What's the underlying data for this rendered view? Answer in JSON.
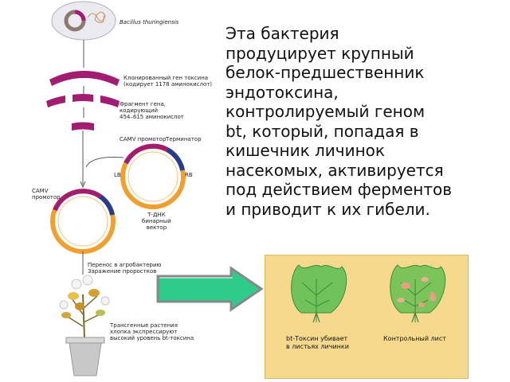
{
  "diagram": {
    "bacterium_label": "Bacillus thuringiensis",
    "cloned_gene_label": [
      "Клонированный ген токсина",
      "(кодирует 1178 аминокислот)"
    ],
    "fragment_label": [
      "Фрагмент гена,",
      "кодирующий",
      "454–615 аминокислот"
    ],
    "camv_promoter_top": "CAMV промотор",
    "terminator_label": "Терминатор",
    "lb_label": "LB",
    "rb_label": "RB",
    "camv_promoter_left": [
      "CAMV",
      "промотор"
    ],
    "tdna_label": [
      "Т-ДНК",
      "бинарный",
      "вектор"
    ],
    "transfer_label": [
      "Перенос в агробактерию",
      "Заражение проростков"
    ],
    "transgenic_label": [
      "Трансгенные растения",
      "хлопка экспрессируют",
      "высокий уровень bt-токсина"
    ]
  },
  "description_lines": [
    "Эта бактерия",
    "продуцирует крупный",
    "белок-предшественник",
    "эндотоксина,",
    "контролируемый геном",
    "bt, который, попадая в",
    "кишечник личинок",
    "насекомых, активируется",
    "под действием ферментов",
    "и приводит к их гибели."
  ],
  "leaf_panel": {
    "left_caption": [
      "bt-Токсин убивает",
      "в листьях личинки"
    ],
    "right_caption": "Контрольный лист"
  },
  "colors": {
    "magenta": "#a21d72",
    "orange": "#f0a030",
    "navy": "#2a3a8c",
    "leaf_green": "#6fc35a",
    "arrow_green": "#2ecc8a"
  }
}
